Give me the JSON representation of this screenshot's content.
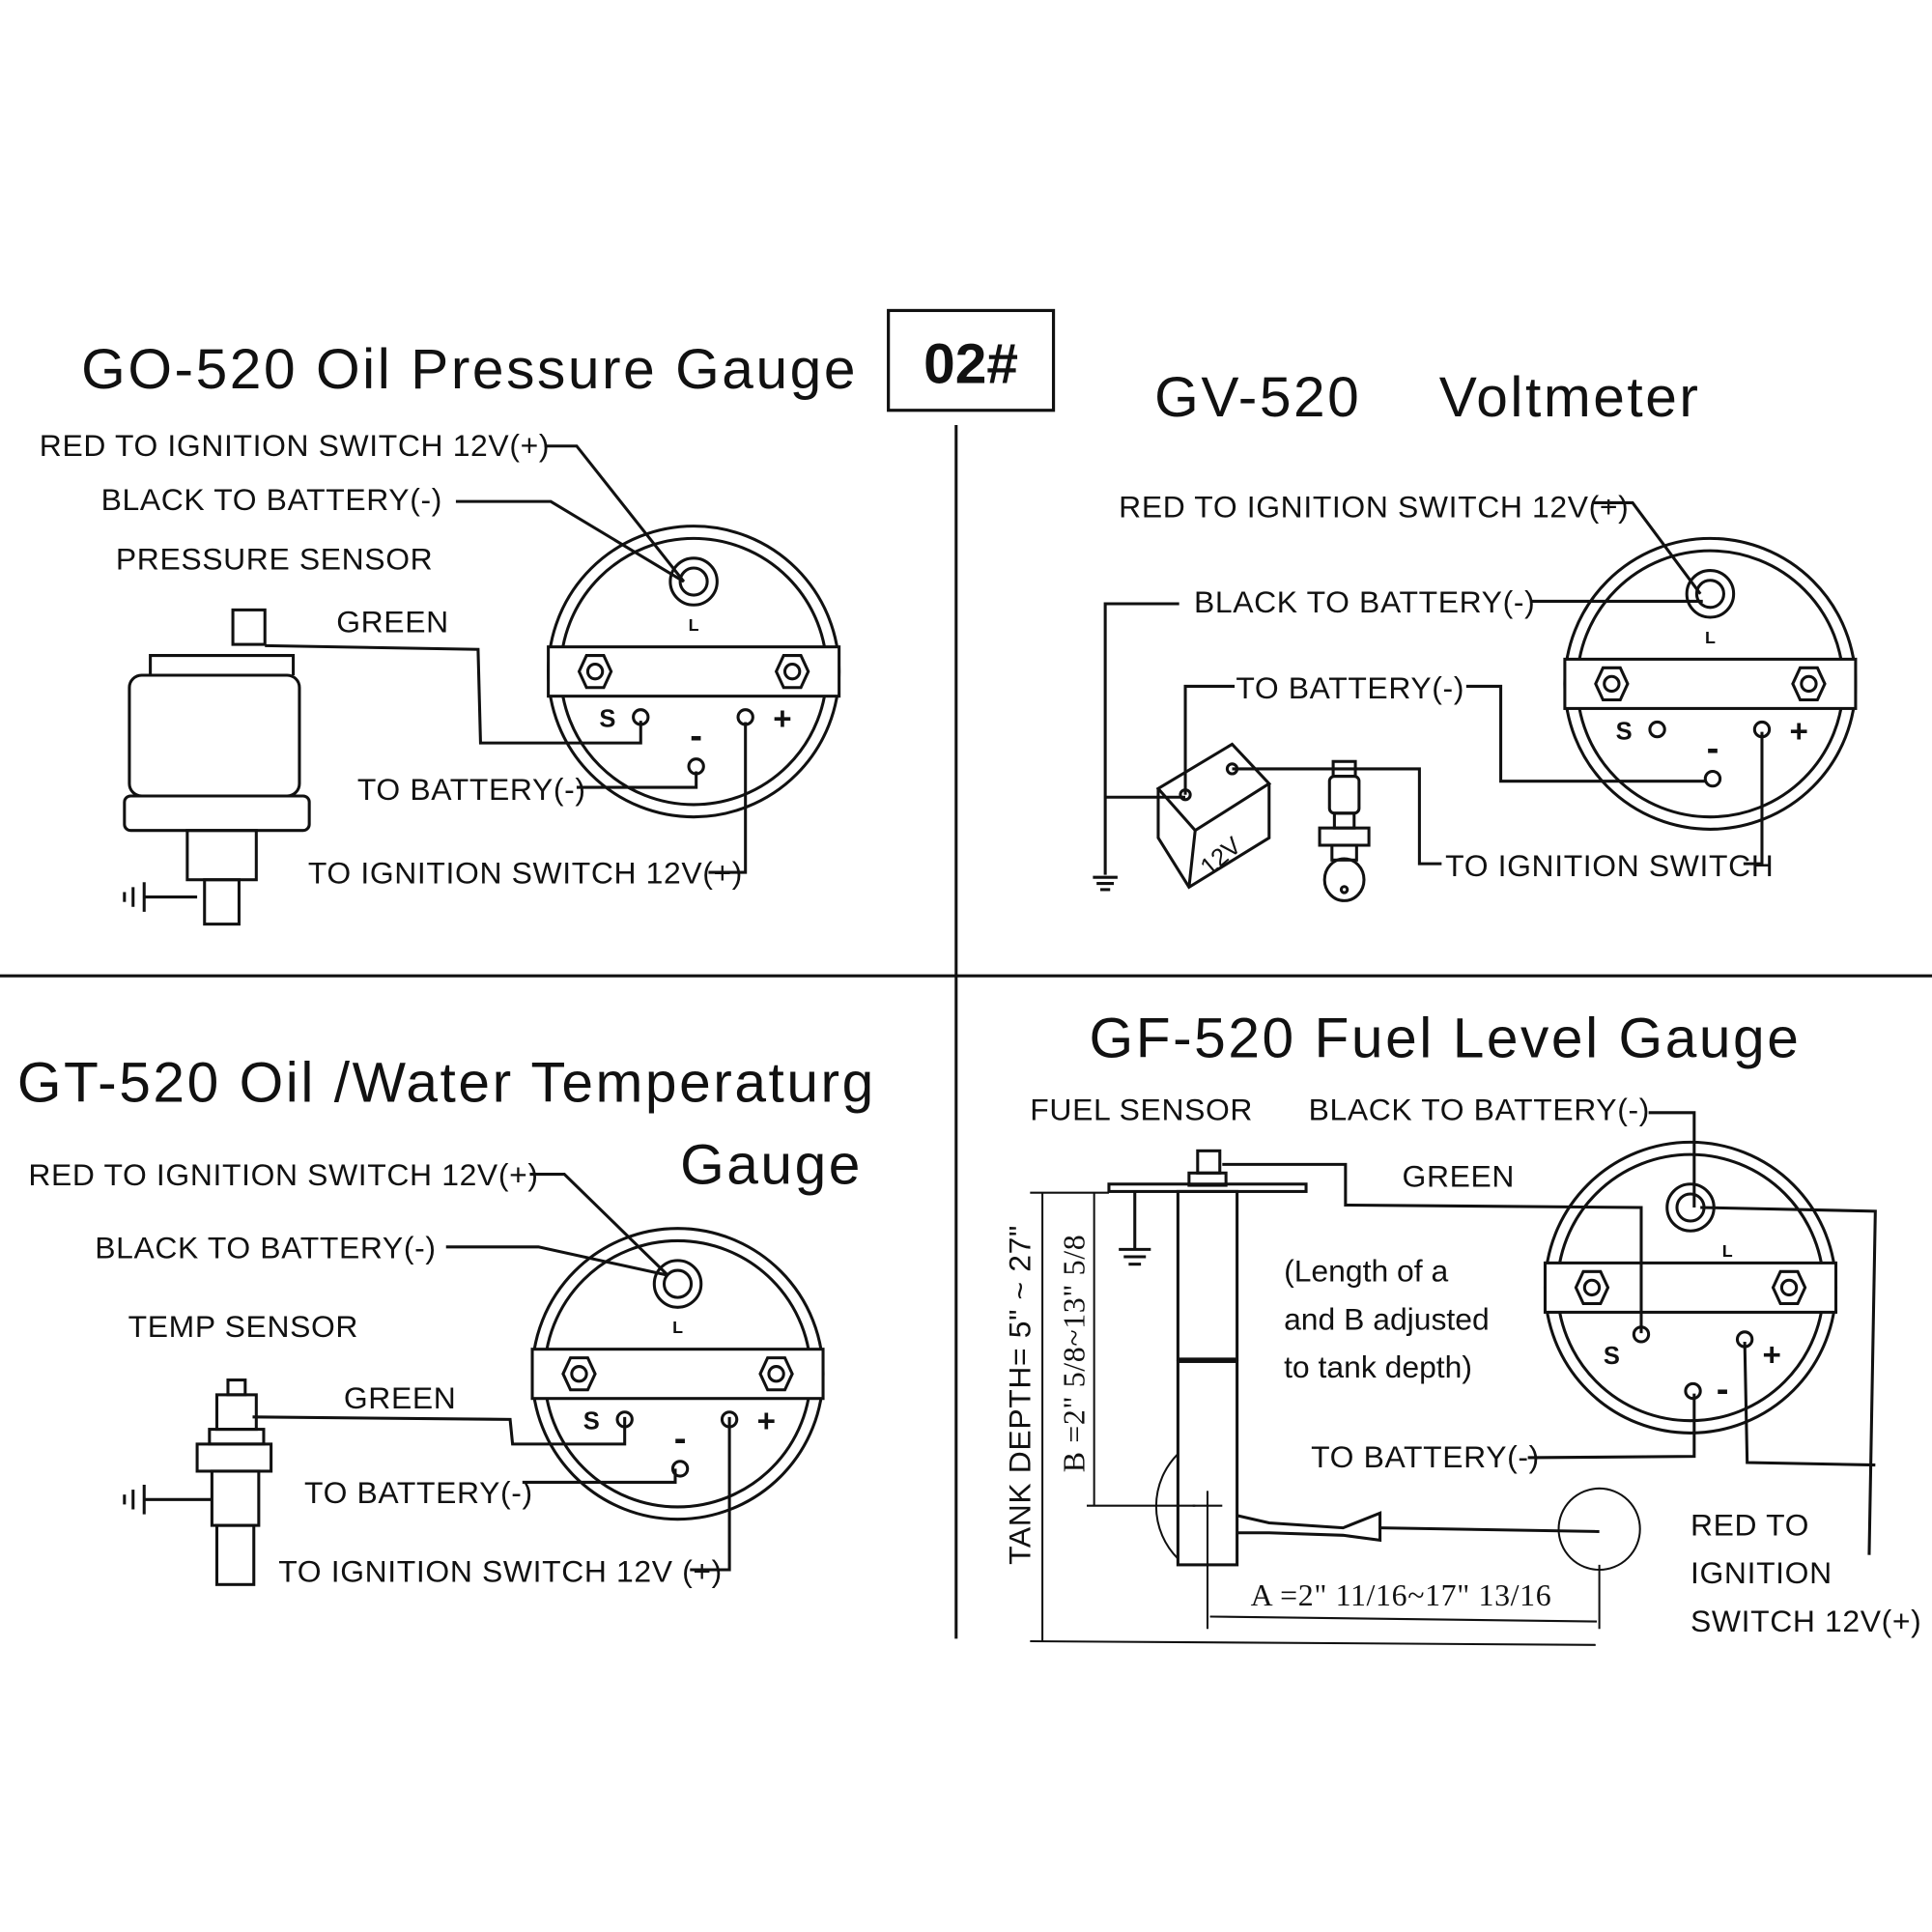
{
  "badge": "02#",
  "colors": {
    "ink": "#111111",
    "paper": "#ffffff"
  },
  "oil_pressure": {
    "title": "GO-520  Oil Pressure Gauge",
    "red_label": "RED TO IGNITION SWITCH 12V(+)",
    "black_label": "BLACK TO BATTERY(-)",
    "sensor_label": "PRESSURE SENSOR",
    "green_label": "GREEN",
    "to_battery_label": "TO BATTERY(-)",
    "to_ignition_label": "TO IGNITION SWITCH 12V(+)"
  },
  "voltmeter": {
    "title_model": "GV-520",
    "title_name": "Voltmeter",
    "red_label": "RED TO IGNITION SWITCH 12V(+)",
    "black_label": "BLACK TO BATTERY(-)",
    "to_battery_label": "TO BATTERY(-)",
    "to_ignition_label": "TO IGNITION SWITCH",
    "battery_label": "12V"
  },
  "temperature": {
    "title_line1": "GT-520 Oil /Water Temperaturg",
    "title_line2": "Gauge",
    "red_label": "RED TO IGNITION SWITCH 12V(+)",
    "black_label": "BLACK TO BATTERY(-)",
    "sensor_label": "TEMP SENSOR",
    "green_label": "GREEN",
    "to_battery_label": "TO BATTERY(-)",
    "to_ignition_label": "TO IGNITION SWITCH 12V (+)"
  },
  "fuel": {
    "title": "GF-520   Fuel Level Gauge",
    "sensor_label": "FUEL SENSOR",
    "black_label": "BLACK TO BATTERY(-)",
    "green_label": "GREEN",
    "note_lines": [
      "(Length of a",
      "and B adjusted",
      "to tank depth)"
    ],
    "to_battery_label": "TO BATTERY(-)",
    "red_lines": [
      "RED TO",
      "IGNITION",
      "SWITCH 12V(+)"
    ],
    "tank_depth_label": "TANK DEPTH=  5\" ~ 27\"",
    "b_label": "B =2\"  5/8~13\"  5/8",
    "a_label": "A =2\"  11/16~17\" 13/16"
  },
  "terminals": {
    "lamp": "L",
    "sender": "S",
    "minus": "-",
    "plus": "+"
  }
}
